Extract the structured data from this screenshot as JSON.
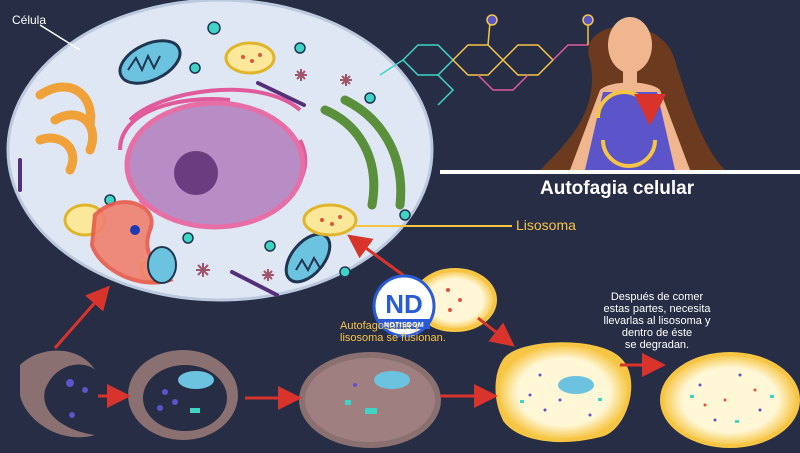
{
  "labels": {
    "cell": "Célula",
    "title": "Autofagia celular",
    "lysosome": "Lisosoma",
    "fusion": "Autofagosoma y\nlisosoma se fusionan.",
    "after": "Después de comer\nestas partes, necesita\nllevarlas al lisosoma y\ndentro de éste\nse degradan."
  },
  "logo": {
    "mark": "ND",
    "brand": "NOTISDOM"
  },
  "colors": {
    "background": "#262d45",
    "cell_fill": "#dfe7f4",
    "lysosome_yellow": "#f6c543",
    "arrow_red": "#d9342b",
    "figure_dress": "#5b55c9",
    "logo_blue": "#2a5bd7"
  },
  "icons": [
    "woman-figure",
    "recycle-arrows",
    "molecule-hexagons",
    "red-arrow"
  ]
}
